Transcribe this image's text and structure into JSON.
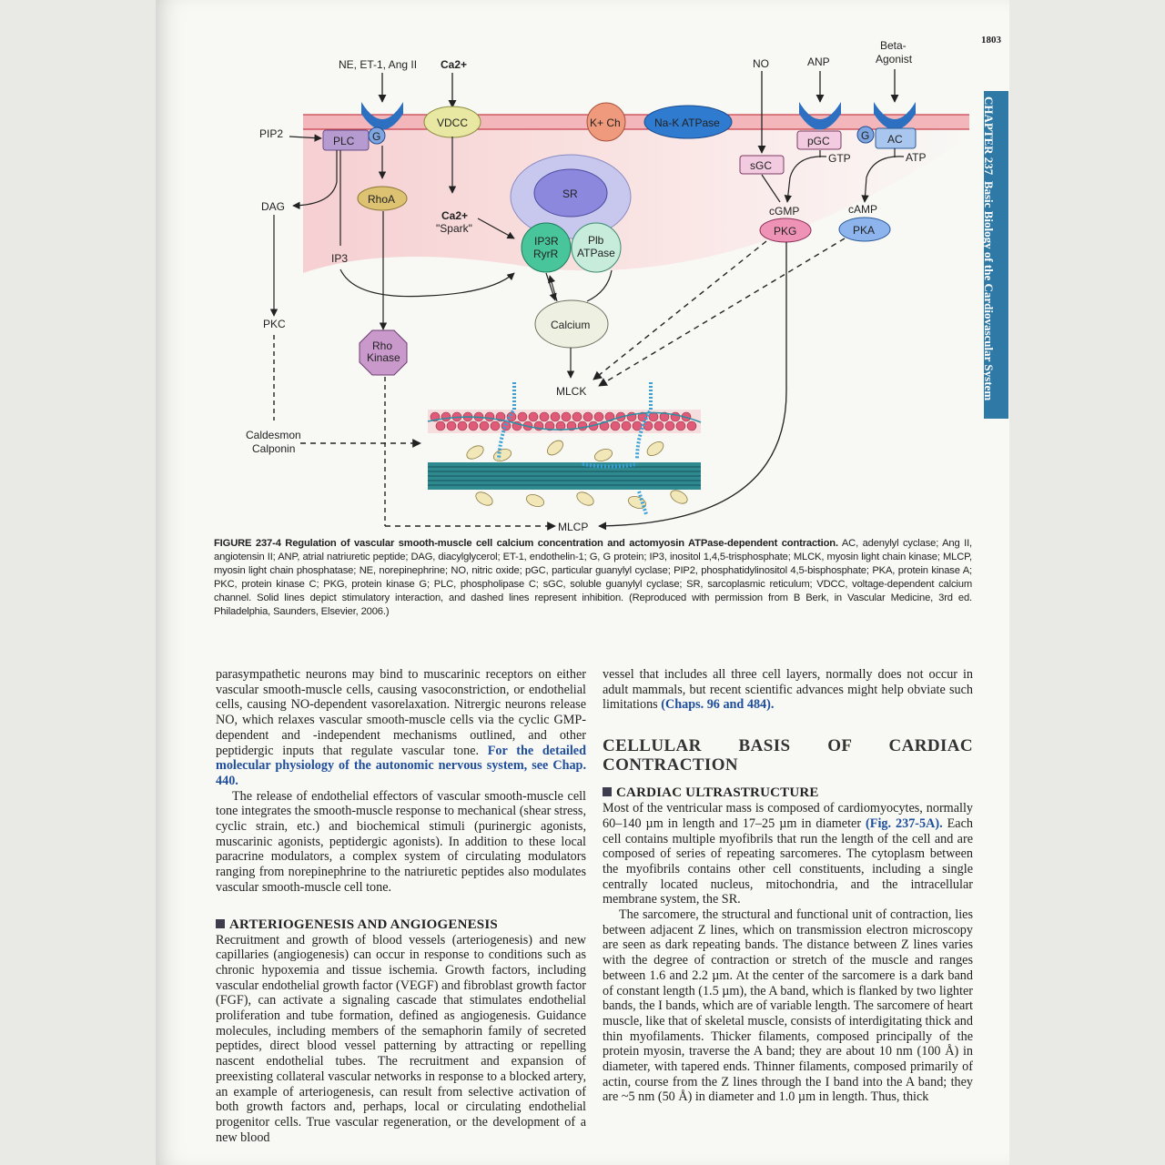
{
  "page_number": "1803",
  "chapter_tab": {
    "chapter": "CHAPTER 237",
    "title": "Basic Biology of the Cardiovascular System"
  },
  "figure": {
    "labels": {
      "ne_et1_angii": "NE, ET-1, Ang II",
      "ca2_top": "Ca2+",
      "no": "NO",
      "anp": "ANP",
      "beta_agonist_1": "Beta-",
      "beta_agonist_2": "Agonist",
      "pip2": "PIP2",
      "plc": "PLC",
      "g1": "G",
      "vdcc": "VDCC",
      "kch": "K+ Ch",
      "nak": "Na-K ATPase",
      "pgc": "pGC",
      "g2": "G",
      "ac": "AC",
      "sgc": "sGC",
      "gtp": "GTP",
      "atp": "ATP",
      "dag": "DAG",
      "rhoa": "RhoA",
      "ca2_spark_1": "Ca2+",
      "ca2_spark_2": "\"Spark\"",
      "sr": "SR",
      "cgmp": "cGMP",
      "camp": "cAMP",
      "pkg": "PKG",
      "pka": "PKA",
      "ip3r_1": "IP3R",
      "ip3r_2": "RyrR",
      "plb_1": "Plb",
      "plb_2": "ATPase",
      "ip3": "IP3",
      "pkc": "PKC",
      "calcium": "Calcium",
      "rho_kinase_1": "Rho",
      "rho_kinase_2": "Kinase",
      "mlck": "MLCK",
      "caldesmon": "Caldesmon",
      "calponin": "Calponin",
      "mlcp": "MLCP"
    }
  },
  "caption": {
    "lead": "FIGURE 237-4  Regulation of vascular smooth-muscle cell calcium concentration and actomyosin ATPase-dependent contraction.",
    "body": " AC, adenylyl cyclase; Ang II, angiotensin II; ANP, atrial natriuretic peptide; DAG, diacylglycerol; ET-1, endothelin-1; G, G protein; IP3, inositol 1,4,5-trisphosphate; MLCK, myosin light chain kinase; MLCP, myosin light chain phosphatase; NE, norepinephrine; NO, nitric oxide; pGC, particular guanylyl cyclase; PIP2, phosphatidylinositol 4,5-bisphosphate; PKA, protein kinase A; PKC, protein kinase C; PKG, protein kinase G; PLC, phospholipase C; sGC, soluble guanylyl cyclase; SR, sarcoplasmic reticulum; VDCC, voltage-dependent calcium channel. Solid lines depict stimulatory interaction, and dashed lines represent inhibition. (Reproduced with permission from B Berk, in Vascular Medicine, 3rd ed. Philadelphia, Saunders, Elsevier, 2006.)"
  },
  "left_column": {
    "p1": "parasympathetic neurons may bind to muscarinic receptors on either vascular smooth-muscle cells, causing vasoconstriction, or endothelial cells, causing NO-dependent vasorelaxation. Nitrergic neurons release NO, which relaxes vascular smooth-muscle cells via the cyclic GMP-dependent and -independent mechanisms outlined, and other peptidergic inputs that regulate vascular tone. ",
    "p1_link": "For the detailed molecular physiology of the autonomic nervous system, see Chap. 440.",
    "p2": "The release of endothelial effectors of vascular smooth-muscle cell tone integrates the smooth-muscle response to mechanical (shear stress, cyclic strain, etc.) and biochemical stimuli (purinergic agonists, muscarinic agonists, peptidergic agonists). In addition to these local paracrine modulators, a complex system of circulating modulators ranging from norepinephrine to the natriuretic peptides also modulates vascular smooth-muscle cell tone.",
    "heading": "ARTERIOGENESIS AND ANGIOGENESIS",
    "p3": "Recruitment and growth of blood vessels (arteriogenesis) and new capillaries (angiogenesis) can occur in response to conditions such as chronic hypoxemia and tissue ischemia. Growth factors, including vascular endothelial growth factor (VEGF) and fibroblast growth factor (FGF), can activate a signaling cascade that stimulates endothelial proliferation and tube formation, defined as angiogenesis. Guidance molecules, including members of the semaphorin family of secreted peptides, direct blood vessel patterning by attracting or repelling nascent endothelial tubes. The recruitment and expansion of preexisting collateral vascular networks in response to a blocked artery, an example of arteriogenesis, can result from selective activation of both growth factors and, perhaps, local or circulating endothelial progenitor cells. True vascular regeneration, or the development of a new blood"
  },
  "right_column": {
    "p1": "vessel that includes all three cell layers, normally does not occur in adult mammals, but recent scientific advances might help obviate such limitations ",
    "p1_link": "(Chaps. 96 and 484).",
    "section_heading": "CELLULAR BASIS OF CARDIAC CONTRACTION",
    "sub_heading": "CARDIAC ULTRASTRUCTURE",
    "p2a": "Most of the ventricular mass is composed of cardiomyocytes, normally 60–140 µm in length and 17–25 µm in diameter ",
    "p2_link": "(Fig. 237-5A).",
    "p2b": " Each cell contains multiple myofibrils that run the length of the cell and are composed of series of repeating sarcomeres. The cytoplasm between the myofibrils contains other cell constituents, including a single centrally located nucleus, mitochondria, and the intracellular membrane system, the SR.",
    "p3": "The sarcomere, the structural and functional unit of contraction, lies between adjacent Z lines, which on transmission electron microscopy are seen as dark repeating bands. The distance between Z lines varies with the degree of contraction or stretch of the muscle and ranges between 1.6 and 2.2 µm. At the center of the sarcomere is a dark band of constant length (1.5 µm), the A band, which is flanked by two lighter bands, the I bands, which are of variable length. The sarcomere of heart muscle, like that of skeletal muscle, consists of interdigitating thick and thin myofilaments. Thicker filaments, composed principally of the protein myosin, traverse the A band; they are about 10 nm (100 Å) in diameter, with tapered ends. Thinner filaments, composed primarily of actin, course from the Z lines through the I band into the A band; they are ~5 nm (50 Å) in diameter and 1.0 µm in length. Thus, thick"
  }
}
